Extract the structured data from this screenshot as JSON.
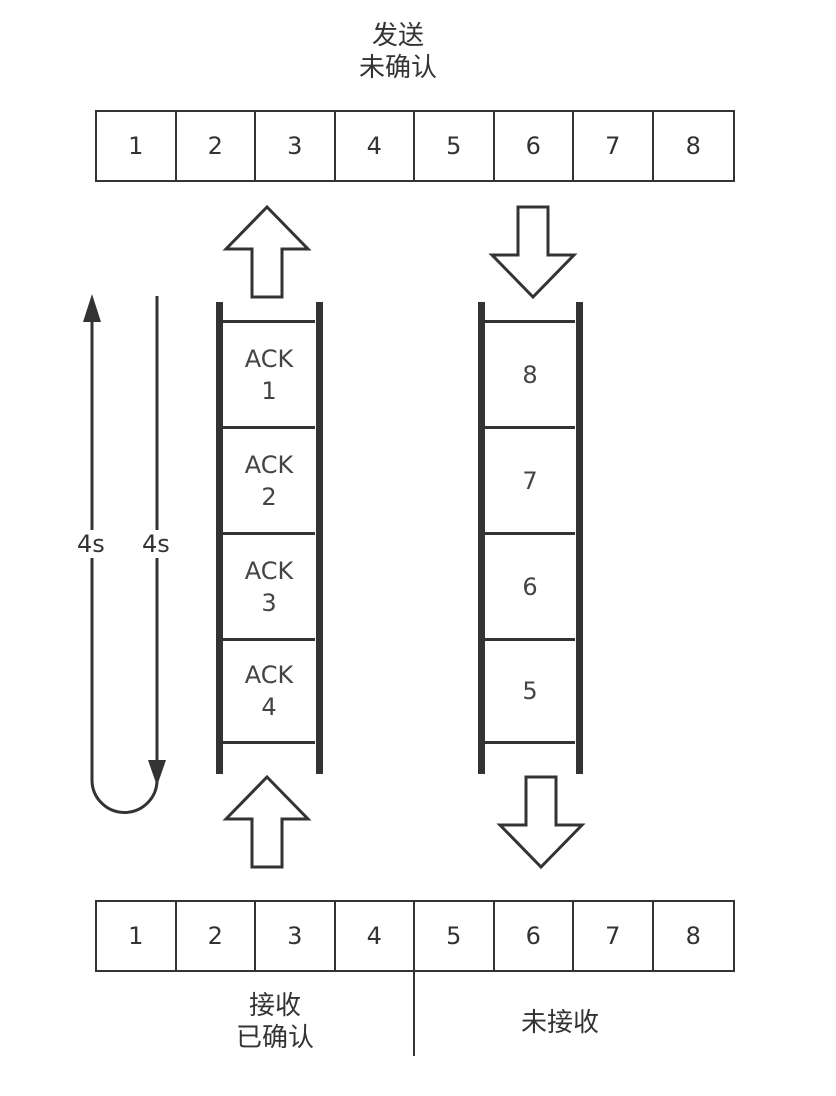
{
  "top_caption": {
    "line1": "发送",
    "line2": "未确认"
  },
  "top_row": {
    "cells": [
      "1",
      "2",
      "3",
      "4",
      "5",
      "6",
      "7",
      "8"
    ]
  },
  "bottom_row": {
    "cells": [
      "1",
      "2",
      "3",
      "4",
      "5",
      "6",
      "7",
      "8"
    ]
  },
  "ack_queue": {
    "items": [
      {
        "line1": "ACK",
        "line2": "1"
      },
      {
        "line1": "ACK",
        "line2": "2"
      },
      {
        "line1": "ACK",
        "line2": "3"
      },
      {
        "line1": "ACK",
        "line2": "4"
      }
    ]
  },
  "data_queue": {
    "items": [
      "8",
      "7",
      "6",
      "5"
    ]
  },
  "timers": {
    "up_label": "4s",
    "down_label": "4s"
  },
  "bottom_captions": {
    "left": {
      "line1": "接收",
      "line2": "已确认"
    },
    "right": "未接收"
  },
  "colors": {
    "stroke": "#333333",
    "text": "#333333",
    "background": "#ffffff"
  },
  "icons": [
    "arrow-up-outline-icon",
    "arrow-down-outline-icon",
    "loop-arrow-icon"
  ]
}
